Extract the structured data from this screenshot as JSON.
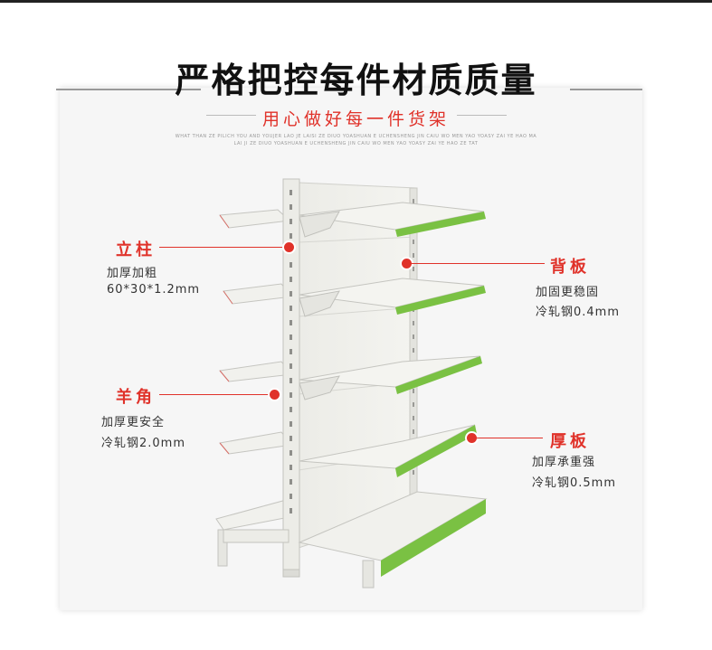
{
  "heading": "严格把控每件材质质量",
  "subheading": "用心做好每一件货架",
  "subheading_en_line1": "WHAT THAN ZE PILICH YOU AND YOUJER LAO JE LAISI ZE DIUO YOASHUAN E UCHENSHENG JIN CAIU WO MEN YAO YOASY ZAI YE HAO MA",
  "subheading_en_line2": "LAI JI ZE DIUO YOASHUAN E UCHENSHENG JIN CAIU WO MEN YAO YOASY ZAI YE HAO ZE TAT",
  "callouts": {
    "column": {
      "title": "立柱",
      "line1": "加厚加粗",
      "line2": "60*30*1.2mm"
    },
    "backplate": {
      "title": "背板",
      "line1": "加固更稳固",
      "line2": "冷轧钢0.4mm"
    },
    "bracket": {
      "title": "羊角",
      "line1": "加厚更安全",
      "line2": "冷轧钢2.0mm"
    },
    "shelfboard": {
      "title": "厚板",
      "line1": "加厚承重强",
      "line2": "冷轧钢0.5mm"
    }
  },
  "colors": {
    "accent_red": "#e0322a",
    "shelf_green": "#7ac143",
    "metal": "#e8e8e3"
  }
}
